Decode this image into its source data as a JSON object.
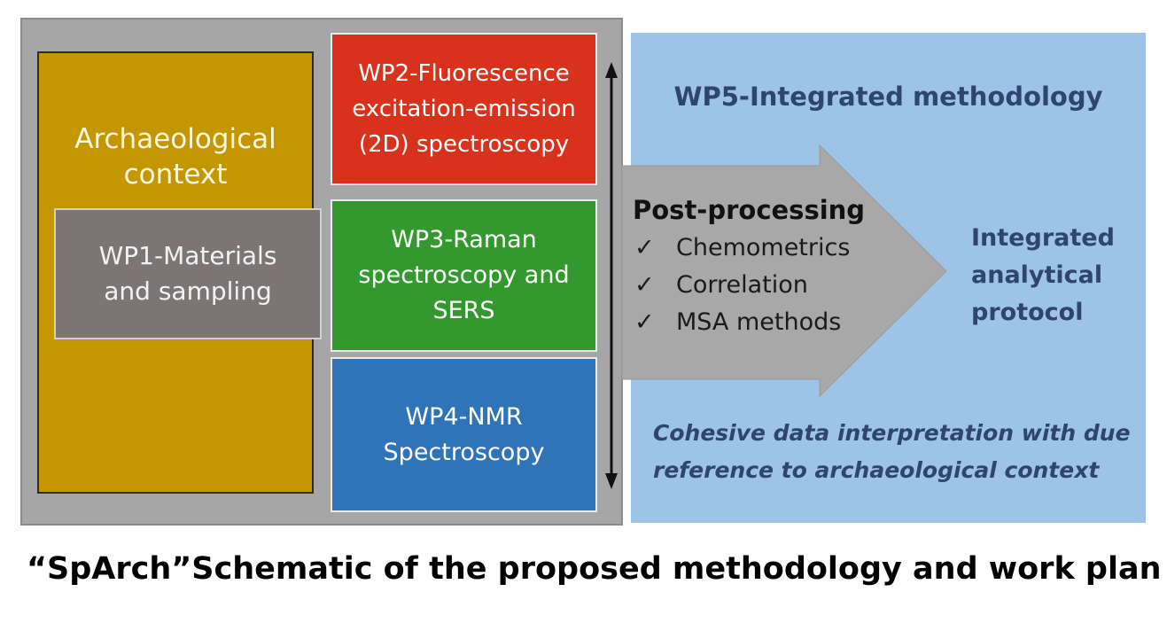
{
  "archaeological_box": {
    "lines": [
      "Archaeological",
      "context"
    ]
  },
  "wp1": {
    "lines": [
      "WP1-Materials",
      "and sampling"
    ]
  },
  "wp2": {
    "lines": [
      "WP2-Fluorescence",
      "excitation-emission",
      "(2D) spectroscopy"
    ]
  },
  "wp3": {
    "lines": [
      "WP3-Raman",
      "spectroscopy and",
      "SERS"
    ]
  },
  "wp4": {
    "lines": [
      "WP4-NMR",
      "Spectroscopy"
    ]
  },
  "wp5": {
    "title": "WP5-Integrated methodology"
  },
  "post_processing": {
    "title": "Post-processing",
    "check_mark": "✓",
    "items": [
      "Chemometrics",
      "Correlation",
      "MSA methods"
    ]
  },
  "protocol": {
    "lines": [
      "Integrated",
      "analytical",
      "protocol"
    ]
  },
  "interpretation": {
    "lines": [
      "Cohesive data interpretation with due",
      "reference to archaeological  context"
    ]
  },
  "caption": "“SpArch”Schematic of the proposed methodology and work plan",
  "colors": {
    "gray_panel": "#a6a6a6",
    "blue_panel": "#9dc3e6",
    "archaeological": "#c49600",
    "wp1": "#7b7575",
    "wp2": "#d9321c",
    "wp3": "#33992f",
    "wp4": "#2f73b8",
    "arrow": "#a8a8a8"
  }
}
